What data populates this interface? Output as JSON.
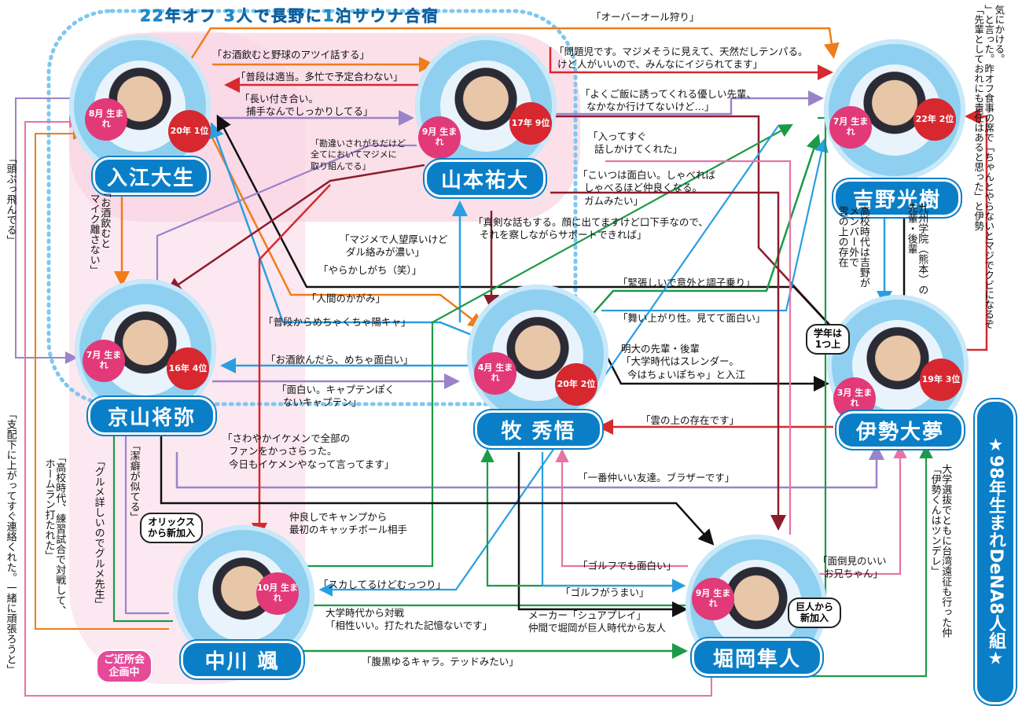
{
  "title": "22年オフ 3人で長野に1泊サウナ合宿",
  "side_title": "★98年生まれDeNA8人組★",
  "players": {
    "irie": {
      "name": "入江大生",
      "birth": "8月\n生まれ",
      "draft": "20年\n1位"
    },
    "yamamoto": {
      "name": "山本祐大",
      "birth": "9月\n生まれ",
      "draft": "17年\n9位"
    },
    "yoshino": {
      "name": "吉野光樹",
      "birth": "7月\n生まれ",
      "draft": "22年\n2位"
    },
    "kyoyama": {
      "name": "京山将弥",
      "birth": "7月\n生まれ",
      "draft": "16年\n4位"
    },
    "maki": {
      "name": "牧 秀悟",
      "birth": "4月\n生まれ",
      "draft": "20年\n2位"
    },
    "ise": {
      "name": "伊勢大夢",
      "birth": "3月\n生まれ",
      "draft": "19年\n3位"
    },
    "nakagawa": {
      "name": "中川 颯",
      "birth": "10月\n生まれ"
    },
    "horioka": {
      "name": "堀岡隼人",
      "birth": "9月\n生まれ"
    }
  },
  "bubbles": {
    "orix": "オリックス\nから新加入",
    "kyojin": "巨人から\n新加入",
    "gakunen": "学年は\n1つ上",
    "kinjo": "ご近所会\n企画中"
  },
  "labels": {
    "l1": "「オーバーオール狩り」",
    "l2": "「お酒飲むと野球のアツイ話する」",
    "l3": "「普段は適当。多忙で予定合わない」",
    "l4": "「長い付き合い。\n  捕手なんでしっかりしてる」",
    "l5": "「問題児です。マジメそうに見えて、天然だしテンパる。\n けど人がいいので、みんなにイジられてます」",
    "l6": "「よくご飯に誘ってくれる優しい先輩、\n  なかなか行けてないけど…」",
    "l7": "「入ってすぐ\n  話しかけてくれた」",
    "l8": "「勘違いされがちだけど\n全てにおいてマジメに\n取り組んでる」",
    "l9": "「こいつは面白い。しゃべれば\n  しゃべるほど仲良くなる。\n  ガムみたい」",
    "l10": "「真剣な話もする。顔に出てますけど口下手なので、\n  それを察しながらサポートできれば」",
    "l11": "「マジメで人望厚いけど\n  ダル絡みが濃い」",
    "l12": "「やらかしがち（笑）」",
    "l13": "「人間のかがみ」",
    "l14": "「普段からめちゃくちゃ陽キャ」",
    "l15": "「お酒飲んだら、めちゃ面白い」",
    "l16": "「面白い。キャプテンぽく\n  ないキャプテン」",
    "l17": "「緊張しいで意外と調子乗り」",
    "l18": "「舞い上がり性。見てて面白い」",
    "l19": "明大の先輩・後輩\n「大学時代はスレンダー。\n  今はちょいぽちゃ」と入江",
    "l20": "「雲の上の存在です」",
    "l21": "「さわやかイケメンで全部の\n  ファンをかっさらった。\n  今日もイケメンやなって言ってます」",
    "l22": "「一番仲いい友達。ブラザーです」",
    "l23": "仲良しでキャンプから\n最初のキャッチボール相手",
    "l24": "「スカしてるけどむっつり」",
    "l25": "大学時代から対戦\n「相性いい。打たれた記憶ないです」",
    "l26": "「ゴルフでも面白い」",
    "l27": "「ゴルフがうまい」",
    "l28": "メーカー「シュアプレイ」\n仲間で堀岡が巨人時代から友人",
    "l29": "「腹黒ゆるキャラ。テッドみたい」",
    "l30": "「面倒見のいい\n  お兄ちゃん」"
  },
  "vlabels": {
    "v1": "気にかける。\n」と言った。昨オフ食事の席で「ちゃんとやらないとマジでクビになるぞ\n「先輩としておれにも責任はあると思った」と伊勢",
    "v2": "九州学院（熊本）の\n先輩・後輩",
    "v3": "高校時代は吉野が\nメンバー外で\n雲の上の存在",
    "v4": "「頭ぶっ飛んでる」",
    "v5": "「お酒飲むと\n  マイク離さない」",
    "v6": "「支配下に上がってすぐ連絡くれた。一緒に頑張ろうと」",
    "v7": "「高校時代、練習試合で対戦して、\n  ホームラン打たれた」",
    "v8": "「グルメ詳しいのでグルメ先生」",
    "v9": "「潔癖が似てる」",
    "v10": "大学選抜でともに台湾遠征も行った仲\n「伊勢くんはツンデレ」"
  },
  "colors": {
    "orange": "#ef7d1a",
    "red": "#d52a2e",
    "purple": "#9b83c9",
    "blue": "#2a9fe0",
    "green": "#1c9a48",
    "pink": "#e873a6",
    "black": "#111111",
    "darkred": "#8c1c2c"
  }
}
